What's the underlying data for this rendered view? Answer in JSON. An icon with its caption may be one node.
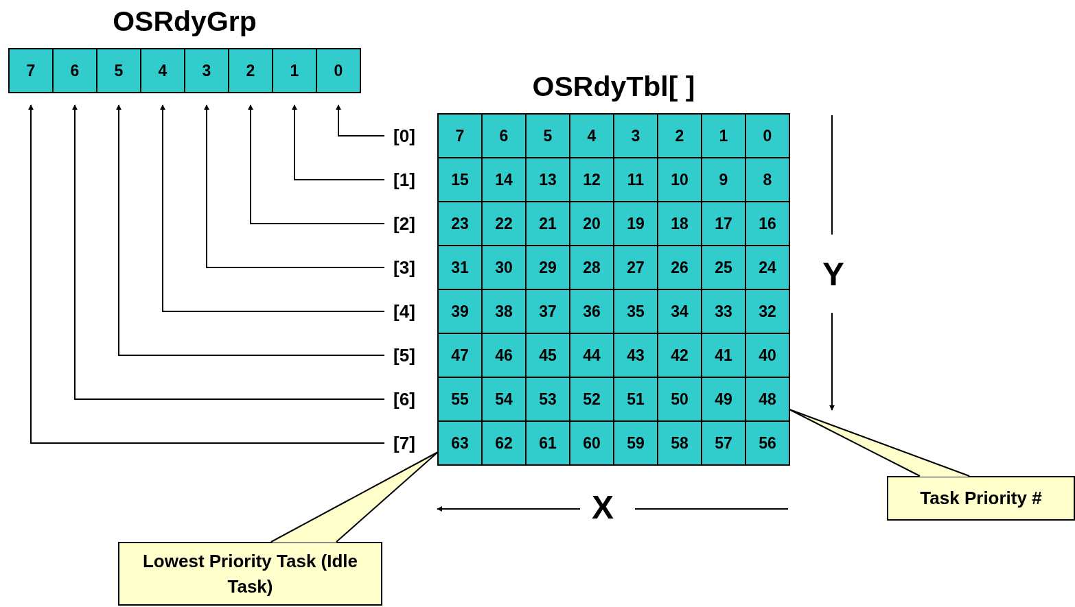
{
  "diagram": {
    "nodes": [
      {
        "text": [
          "OSRdyGrp"
        ]
      },
      {
        "text": [
          "7"
        ],
        "in": 0
      },
      {
        "text": [
          "6"
        ],
        "in": 0
      },
      {
        "text": [
          "5"
        ],
        "in": 0
      },
      {
        "text": [
          "4"
        ],
        "in": 0
      },
      {
        "text": [
          "3"
        ],
        "in": 0
      },
      {
        "text": [
          "2"
        ],
        "in": 0
      },
      {
        "text": [
          "1"
        ],
        "in": 0
      },
      {
        "text": [
          "0"
        ],
        "in": 0
      },
      {
        "text": [
          "OSRdyTbl[ ]"
        ]
      },
      {
        "text": [
          "7"
        ],
        "in": 9
      },
      {
        "text": [
          "6"
        ],
        "in": 9
      },
      {
        "text": [
          "5"
        ],
        "in": 9
      },
      {
        "text": [
          "4"
        ],
        "in": 9
      },
      {
        "text": [
          "3"
        ],
        "in": 9
      },
      {
        "text": [
          "2"
        ],
        "in": 9
      },
      {
        "text": [
          "1"
        ],
        "in": 9
      },
      {
        "text": [
          "0"
        ],
        "in": 9
      },
      {
        "text": [
          "15"
        ],
        "in": 9
      },
      {
        "text": [
          "14"
        ],
        "in": 9
      },
      {
        "text": [
          "13"
        ],
        "in": 9
      },
      {
        "text": [
          "12"
        ],
        "in": 9
      },
      {
        "text": [
          "11"
        ],
        "in": 9
      },
      {
        "text": [
          "10"
        ],
        "in": 9
      },
      {
        "text": [
          "9"
        ],
        "in": 9
      },
      {
        "text": [
          "8"
        ],
        "in": 9
      },
      {
        "text": [
          "23"
        ],
        "in": 9
      },
      {
        "text": [
          "22"
        ],
        "in": 9
      },
      {
        "text": [
          "21"
        ],
        "in": 9
      },
      {
        "text": [
          "20"
        ],
        "in": 9
      },
      {
        "text": [
          "19"
        ],
        "in": 9
      },
      {
        "text": [
          "18"
        ],
        "in": 9
      },
      {
        "text": [
          "17"
        ],
        "in": 9
      },
      {
        "text": [
          "16"
        ],
        "in": 9
      },
      {
        "text": [
          "31"
        ],
        "in": 9
      },
      {
        "text": [
          "30"
        ],
        "in": 9
      },
      {
        "text": [
          "29"
        ],
        "in": 9
      },
      {
        "text": [
          "28"
        ],
        "in": 9
      },
      {
        "text": [
          "27"
        ],
        "in": 9
      },
      {
        "text": [
          "26"
        ],
        "in": 9
      },
      {
        "text": [
          "25"
        ],
        "in": 9
      },
      {
        "text": [
          "24"
        ],
        "in": 9
      },
      {
        "text": [
          "39"
        ],
        "in": 9
      },
      {
        "text": [
          "38"
        ],
        "in": 9
      },
      {
        "text": [
          "37"
        ],
        "in": 9
      },
      {
        "text": [
          "36"
        ],
        "in": 9
      },
      {
        "text": [
          "35"
        ],
        "in": 9
      },
      {
        "text": [
          "34"
        ],
        "in": 9
      },
      {
        "text": [
          "33"
        ],
        "in": 9
      },
      {
        "text": [
          "32"
        ],
        "in": 9
      },
      {
        "text": [
          "47"
        ],
        "in": 9
      },
      {
        "text": [
          "46"
        ],
        "in": 9
      },
      {
        "text": [
          "45"
        ],
        "in": 9
      },
      {
        "text": [
          "44"
        ],
        "in": 9
      },
      {
        "text": [
          "43"
        ],
        "in": 9
      },
      {
        "text": [
          "42"
        ],
        "in": 9
      },
      {
        "text": [
          "41"
        ],
        "in": 9
      },
      {
        "text": [
          "40"
        ],
        "in": 9
      },
      {
        "text": [
          "55"
        ],
        "in": 9
      },
      {
        "text": [
          "54"
        ],
        "in": 9
      },
      {
        "text": [
          "53"
        ],
        "in": 9
      },
      {
        "text": [
          "52"
        ],
        "in": 9
      },
      {
        "text": [
          "51"
        ],
        "in": 9
      },
      {
        "text": [
          "50"
        ],
        "in": 9
      },
      {
        "text": [
          "49"
        ],
        "in": 9
      },
      {
        "text": [
          "48"
        ],
        "in": 9
      },
      {
        "text": [
          "63"
        ],
        "in": 9
      },
      {
        "text": [
          "62"
        ],
        "in": 9
      },
      {
        "text": [
          "61"
        ],
        "in": 9
      },
      {
        "text": [
          "60"
        ],
        "in": 9
      },
      {
        "text": [
          "59"
        ],
        "in": 9
      },
      {
        "text": [
          "58"
        ],
        "in": 9
      },
      {
        "text": [
          "57"
        ],
        "in": 9
      },
      {
        "text": [
          "56"
        ],
        "in": 9
      },
      {
        "text": [
          "[0]"
        ]
      },
      {
        "text": [
          "[1]"
        ]
      },
      {
        "text": [
          "[2]"
        ]
      },
      {
        "text": [
          "[3]"
        ]
      },
      {
        "text": [
          "[4]"
        ]
      },
      {
        "text": [
          "[5]"
        ]
      },
      {
        "text": [
          "[6]"
        ]
      },
      {
        "text": [
          "[7]"
        ]
      },
      {
        "text": [
          "Task Priority #"
        ]
      },
      {
        "text": [
          "Lowest Priority Task (Idle Task)"
        ]
      }
    ],
    "edges": [
      {
        "from": 74,
        "to": 8,
        "arrow": "to"
      },
      {
        "from": 75,
        "to": 7,
        "arrow": "to"
      },
      {
        "from": 76,
        "to": 6,
        "arrow": "to"
      },
      {
        "from": 77,
        "to": 5,
        "arrow": "to"
      },
      {
        "from": 78,
        "to": 4,
        "arrow": "to"
      },
      {
        "from": 79,
        "to": 3,
        "arrow": "to"
      },
      {
        "from": 80,
        "to": 2,
        "arrow": "to"
      },
      {
        "from": 81,
        "to": 1,
        "arrow": "to"
      },
      {
        "from": 82,
        "to": 65,
        "arrow": "none"
      },
      {
        "from": 83,
        "to": 66,
        "arrow": "none"
      }
    ],
    "labels": [
      "Y",
      "X"
    ]
  }
}
